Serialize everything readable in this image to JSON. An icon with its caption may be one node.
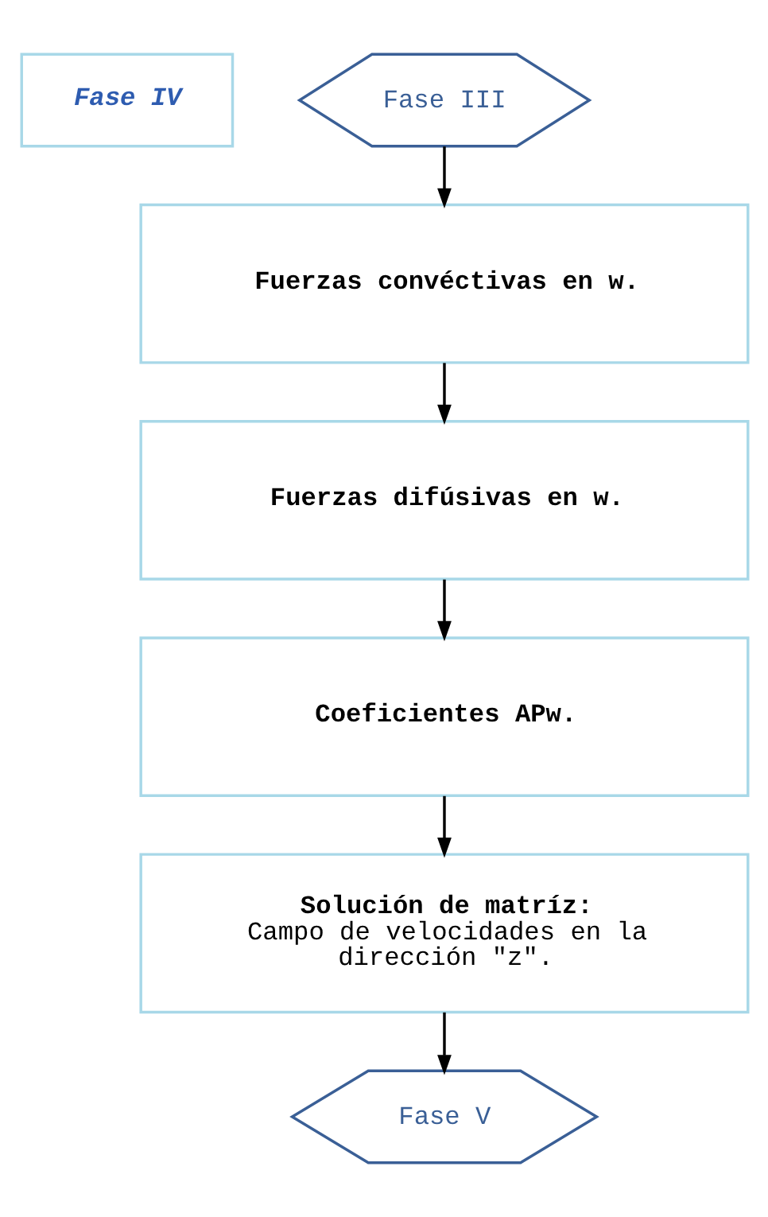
{
  "diagram": {
    "nodes": [
      {
        "text": [
          "Fase IV"
        ]
      },
      {
        "text": [
          "Fase III"
        ]
      },
      {
        "text": [
          "Fuerzas convéctivas en w."
        ]
      },
      {
        "text": [
          "Fuerzas difúsivas en w."
        ]
      },
      {
        "text": [
          "Coeficientes APw."
        ]
      },
      {
        "text": [
          "Solución de matríz:",
          "Campo de velocidades en la dirección \"z\"."
        ]
      },
      {
        "text": [
          "Fase V"
        ]
      }
    ],
    "edges": [
      {
        "from": 1,
        "to": 2,
        "arrow": "to"
      },
      {
        "from": 2,
        "to": 3,
        "arrow": "to"
      },
      {
        "from": 3,
        "to": 4,
        "arrow": "to"
      },
      {
        "from": 4,
        "to": 5,
        "arrow": "to"
      },
      {
        "from": 5,
        "to": 6,
        "arrow": "to"
      }
    ]
  }
}
